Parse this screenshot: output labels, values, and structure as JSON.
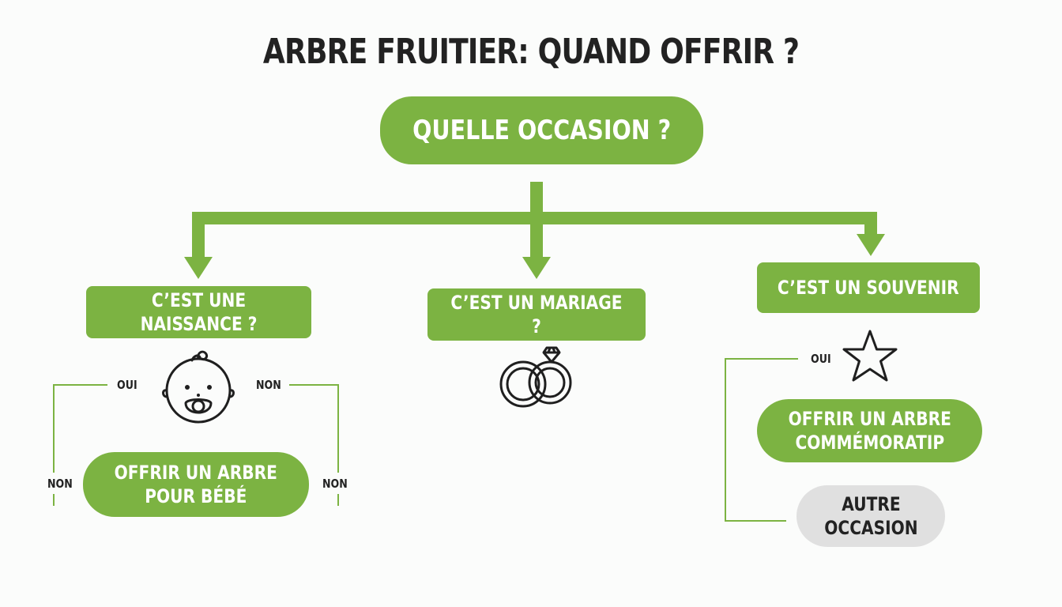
{
  "title": "ARBRE FRUITIER: QUAND OFFRIR ?",
  "root": {
    "label": "QUELLE OCCASION ?"
  },
  "branches": {
    "naissance": {
      "question": "C’EST UNE NAISSANCE ?",
      "icon": "baby-icon"
    },
    "mariage": {
      "question": "C’EST UN MARIAGE ?",
      "icon": "wedding-rings-icon"
    },
    "souvenir": {
      "question": "C’EST UN SOUVENIR",
      "icon": "star-icon"
    }
  },
  "outcomes": {
    "bebe": "OFFRIR UN ARBRE\nPOUR BÉBÉ",
    "commemoratif": "OFFRIR UN ARBRE\nCOMMÉMORATIP",
    "autre": "AUTRE\nOCCASION"
  },
  "edge_labels": {
    "naissance_oui": "OUI",
    "naissance_non_top": "NON",
    "naissance_non_left": "NON",
    "naissance_non_right": "NON",
    "souvenir_oui": "OUI"
  },
  "colors": {
    "green": "#7cb342",
    "grey": "#e0e0e0",
    "text": "#222222"
  }
}
